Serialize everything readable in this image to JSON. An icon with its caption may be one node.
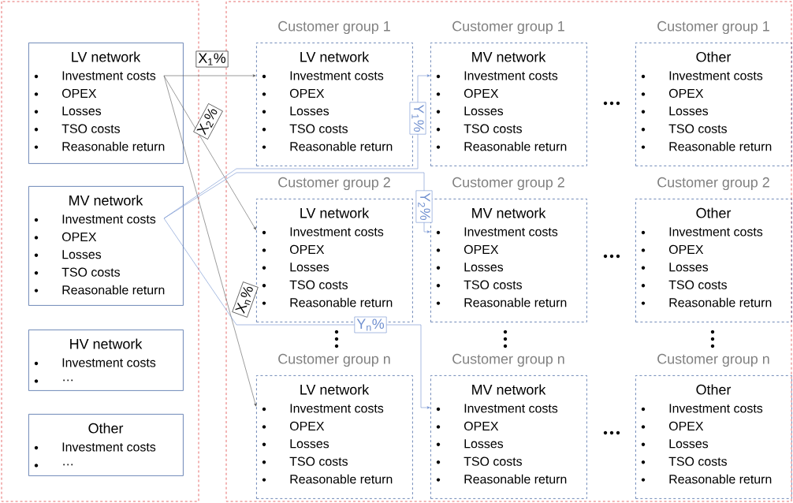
{
  "diagram": {
    "nodes": [
      {
        "text": [
          "LV network",
          "Investment costs",
          "OPEX",
          "Losses",
          "TSO costs",
          "Reasonable return"
        ]
      },
      {
        "text": [
          "MV network",
          "Investment costs",
          "OPEX",
          "Losses",
          "TSO costs",
          "Reasonable return"
        ]
      },
      {
        "text": [
          "HV network",
          "Investment costs",
          "…"
        ]
      },
      {
        "text": [
          "Other",
          "Investment costs",
          "…"
        ]
      },
      {
        "text": [
          "Customer group 1",
          "LV network",
          "Investment costs",
          "OPEX",
          "Losses",
          "TSO costs",
          "Reasonable return"
        ]
      },
      {
        "text": [
          "Customer group 1",
          "MV network",
          "Investment costs",
          "OPEX",
          "Losses",
          "TSO costs",
          "Reasonable return"
        ]
      },
      {
        "text": [
          "Customer group 1",
          "Other",
          "Investment costs",
          "OPEX",
          "Losses",
          "TSO costs",
          "Reasonable return"
        ]
      },
      {
        "text": [
          "Customer group 2",
          "LV network",
          "Investment costs",
          "OPEX",
          "Losses",
          "TSO costs",
          "Reasonable return"
        ]
      },
      {
        "text": [
          "Customer group 2",
          "MV network",
          "Investment costs",
          "OPEX",
          "Losses",
          "TSO costs",
          "Reasonable return"
        ]
      },
      {
        "text": [
          "Customer group 2",
          "Other",
          "Investment costs",
          "OPEX",
          "Losses",
          "TSO costs",
          "Reasonable return"
        ]
      },
      {
        "text": [
          "Customer group n",
          "LV network",
          "Investment costs",
          "OPEX",
          "Losses",
          "TSO costs",
          "Reasonable return"
        ]
      },
      {
        "text": [
          "Customer group n",
          "MV network",
          "Investment costs",
          "OPEX",
          "Losses",
          "TSO costs",
          "Reasonable return"
        ]
      },
      {
        "text": [
          "Customer group n",
          "Other",
          "Investment costs",
          "OPEX",
          "Losses",
          "TSO costs",
          "Reasonable return"
        ]
      }
    ],
    "edges": [
      {
        "from": 0,
        "to": 4,
        "arrow": "to",
        "label": "X$_{1}$%"
      },
      {
        "from": 0,
        "to": 7,
        "arrow": "to",
        "label": "X$_{2}$%"
      },
      {
        "from": 0,
        "to": 10,
        "arrow": "to",
        "label": "X$_{n}$%"
      },
      {
        "from": 1,
        "to": 5,
        "arrow": "to",
        "label": "Y$_{1}$%",
        "color": "#6f8fcf"
      },
      {
        "from": 1,
        "to": 8,
        "arrow": "to",
        "label": "Y$_{2}$%",
        "color": "#6f8fcf"
      },
      {
        "from": 1,
        "to": 11,
        "arrow": "to",
        "label": "Y$_{n}$%",
        "color": "#6f8fcf"
      }
    ]
  }
}
